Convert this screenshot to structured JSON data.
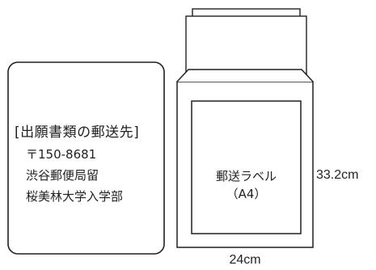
{
  "address_card": {
    "title": "[出願書類の郵送先]",
    "lines": [
      "〒150-8681",
      "渋谷郵便局留",
      "桜美林大学入学部"
    ]
  },
  "envelope": {
    "label_line1": "郵送ラベル",
    "label_line2": "（A4）",
    "width_label": "24cm",
    "height_label": "33.2cm"
  }
}
